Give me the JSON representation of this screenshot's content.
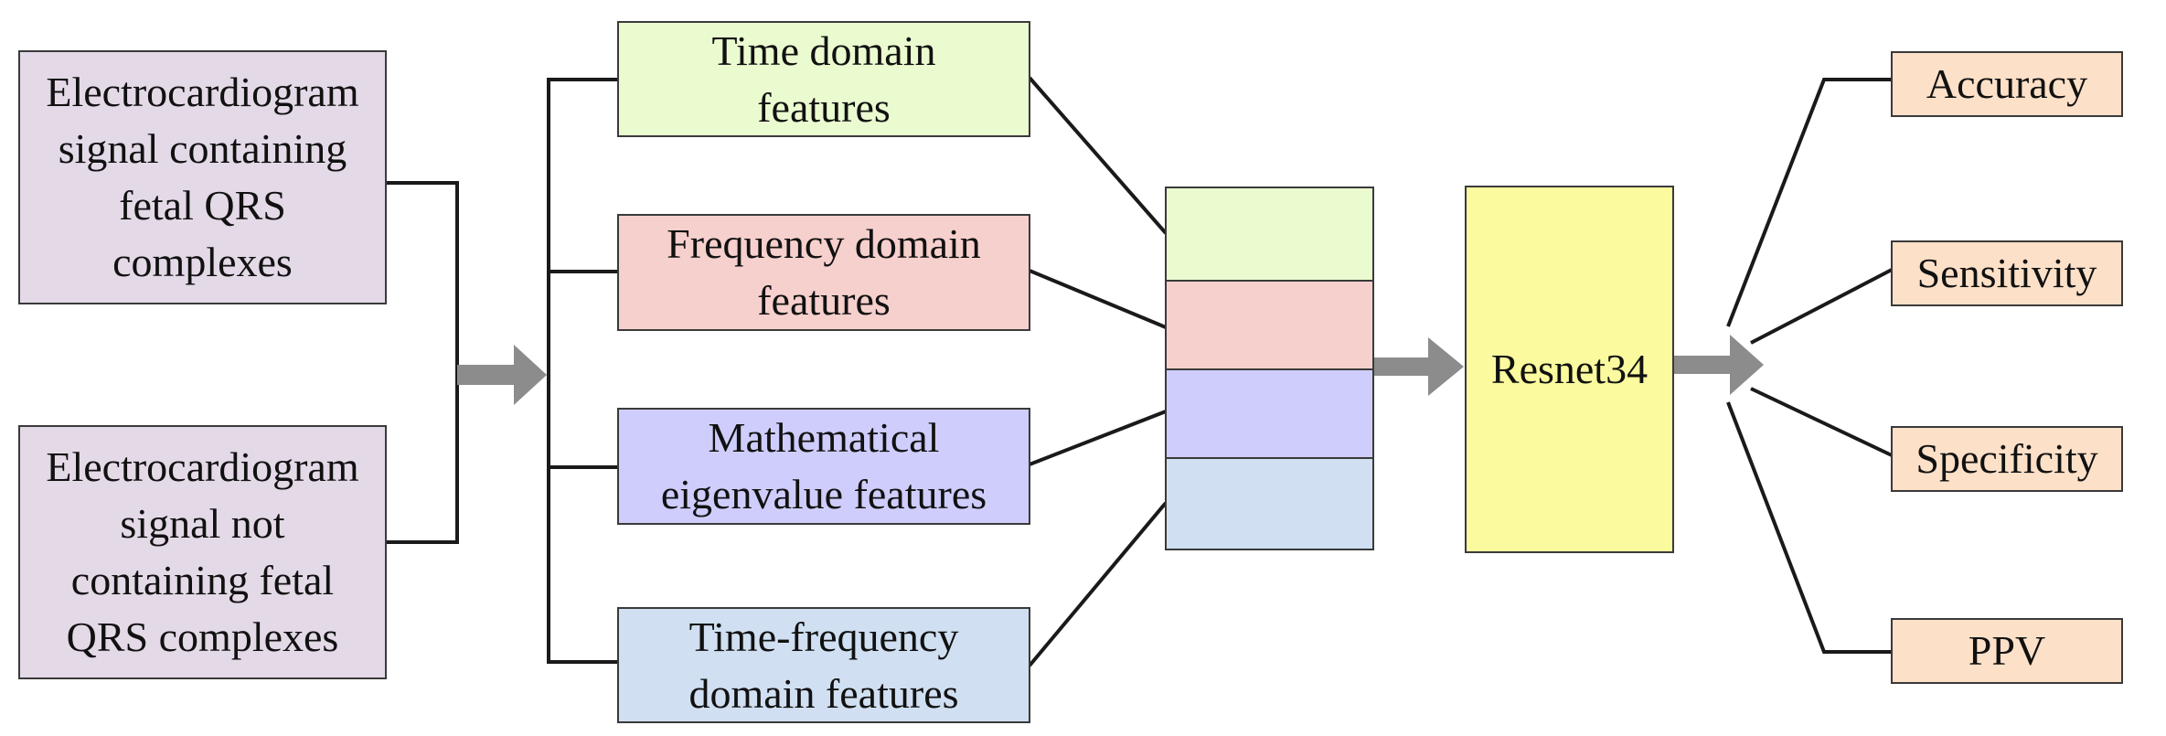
{
  "inputs": [
    {
      "text": "Electrocardiogram\nsignal containing\nfetal QRS\ncomplexes"
    },
    {
      "text": "Electrocardiogram\nsignal not\ncontaining fetal\nQRS complexes"
    }
  ],
  "features": [
    {
      "text": "Time domain\nfeatures",
      "color": "#ebfbd0"
    },
    {
      "text": "Frequency domain\nfeatures",
      "color": "#f6d0cd"
    },
    {
      "text": "Mathematical\neigenvalue features",
      "color": "#cfcdfb"
    },
    {
      "text": "Time-frequency\ndomain features",
      "color": "#d0dff1"
    }
  ],
  "model": {
    "label": "Resnet34",
    "color": "#fbfa9e"
  },
  "metrics": [
    {
      "text": "Accuracy"
    },
    {
      "text": "Sensitivity"
    },
    {
      "text": "Specificity"
    },
    {
      "text": "PPV"
    }
  ],
  "colors": {
    "line": "#1a1a1a",
    "arrow": "#8c8c8c",
    "border": "#3a3a3a",
    "metric_fill": "#fde0c8",
    "input_fill": "#e4d9e7"
  }
}
